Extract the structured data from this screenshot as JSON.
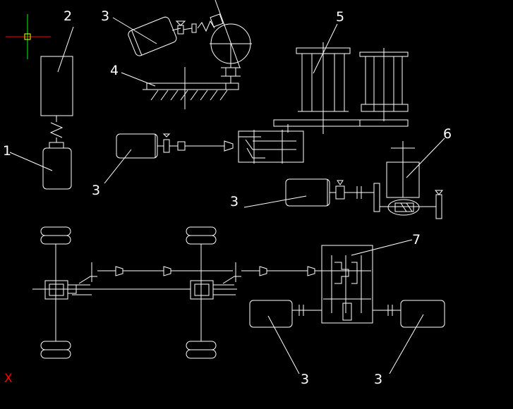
{
  "colors": {
    "background": "#000000",
    "stroke": "#ffffff",
    "cursor_horizontal": "#ff0000",
    "cursor_vertical": "#00ff00",
    "cursor_box": "#ffff00",
    "ucs_marker": "#ff0000"
  },
  "labels": {
    "l2": "2",
    "l3a": "3",
    "l5": "5",
    "l4": "4",
    "l1": "1",
    "l3b": "3",
    "l6": "6",
    "l3c": "3",
    "l7": "7",
    "l3d": "3",
    "l3e": "3"
  },
  "ucs_marker": {
    "glyph": "X"
  }
}
